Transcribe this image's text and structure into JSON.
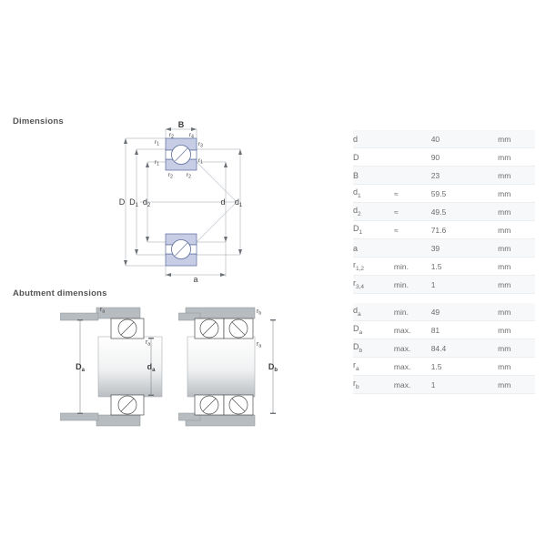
{
  "headings": {
    "dimensions": "Dimensions",
    "abutment": "Abutment dimensions"
  },
  "tables": {
    "dimensions": {
      "rows": [
        {
          "symbol": "d",
          "sub": "",
          "qualifier": "",
          "value": "40",
          "unit": "mm"
        },
        {
          "symbol": "D",
          "sub": "",
          "qualifier": "",
          "value": "90",
          "unit": "mm"
        },
        {
          "symbol": "B",
          "sub": "",
          "qualifier": "",
          "value": "23",
          "unit": "mm"
        },
        {
          "symbol": "d",
          "sub": "1",
          "qualifier": "≈",
          "value": "59.5",
          "unit": "mm"
        },
        {
          "symbol": "d",
          "sub": "2",
          "qualifier": "≈",
          "value": "49.5",
          "unit": "mm"
        },
        {
          "symbol": "D",
          "sub": "1",
          "qualifier": "≈",
          "value": "71.6",
          "unit": "mm"
        },
        {
          "symbol": "a",
          "sub": "",
          "qualifier": "",
          "value": "39",
          "unit": "mm"
        },
        {
          "symbol": "r",
          "sub": "1,2",
          "qualifier": "min.",
          "value": "1.5",
          "unit": "mm"
        },
        {
          "symbol": "r",
          "sub": "3,4",
          "qualifier": "min.",
          "value": "1",
          "unit": "mm"
        }
      ]
    },
    "abutment": {
      "rows": [
        {
          "symbol": "d",
          "sub": "a",
          "qualifier": "min.",
          "value": "49",
          "unit": "mm"
        },
        {
          "symbol": "D",
          "sub": "a",
          "qualifier": "max.",
          "value": "81",
          "unit": "mm"
        },
        {
          "symbol": "D",
          "sub": "b",
          "qualifier": "max.",
          "value": "84.4",
          "unit": "mm"
        },
        {
          "symbol": "r",
          "sub": "a",
          "qualifier": "max.",
          "value": "1.5",
          "unit": "mm"
        },
        {
          "symbol": "r",
          "sub": "b",
          "qualifier": "max.",
          "value": "1",
          "unit": "mm"
        }
      ]
    }
  },
  "drawing_main": {
    "labels": {
      "width": "B",
      "outer_diameter": "D",
      "inner_race_diameter": "D1",
      "bore_step": "d2",
      "bore": "d",
      "shoulder": "d1",
      "offset": "a",
      "r1": "r1",
      "r2": "r2",
      "r3": "r3",
      "r4": "r4"
    }
  },
  "drawing_abutment_left": {
    "labels": {
      "housing_fillet": "ra",
      "shaft_fillet": "ra",
      "housing_diameter": "Da",
      "shaft_diameter": "da"
    }
  },
  "drawing_abutment_right": {
    "labels": {
      "housing_fillet": "rb",
      "shaft_fillet": "ra",
      "housing_diameter": "Db"
    }
  },
  "colors": {
    "ring_fill": "#c6cde4",
    "ring_stroke": "#5a6a9a",
    "ball_fill": "#ffffff",
    "metal_gray": "#b7bcc0",
    "dim_line": "#9aa0a6",
    "text": "#4a4a4a",
    "table_stripe": "#f7f8f9"
  }
}
